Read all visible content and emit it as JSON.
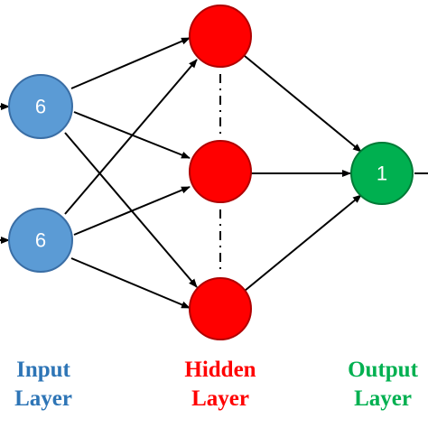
{
  "colors": {
    "input_fill": "#5b9bd5",
    "input_stroke": "#3a6ea5",
    "hidden_fill": "#ff0000",
    "hidden_stroke": "#b00000",
    "output_fill": "#00b050",
    "output_stroke": "#007a36",
    "edge": "#000000",
    "input_text": "#2e75b6",
    "hidden_text": "#ff0000",
    "output_text": "#00b050"
  },
  "nodes": {
    "input": [
      {
        "label": "6"
      },
      {
        "label": "6"
      }
    ],
    "hidden": [
      {
        "label": ""
      },
      {
        "label": ""
      },
      {
        "label": ""
      }
    ],
    "output": [
      {
        "label": "1"
      }
    ]
  },
  "captions": {
    "input": {
      "line1": "Input",
      "line2": "Layer"
    },
    "hidden": {
      "line1": "Hidden",
      "line2": "Layer"
    },
    "output": {
      "line1": "Output",
      "line2": "Layer"
    }
  }
}
